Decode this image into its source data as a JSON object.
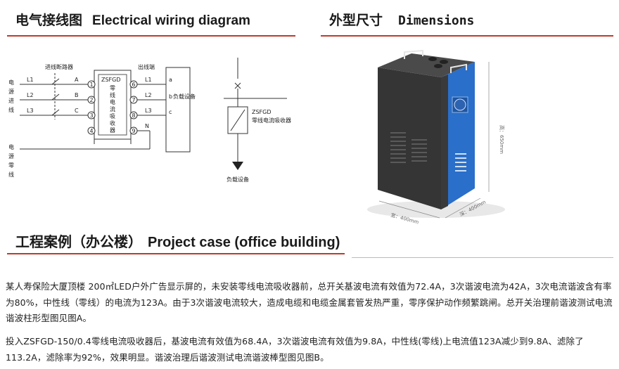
{
  "sections": {
    "wiring": {
      "title_cn": "电气接线图",
      "title_en": "Electrical wiring diagram"
    },
    "dimensions": {
      "title_cn": "外型尺寸",
      "title_en": "Dimensions"
    },
    "case": {
      "title_cn": "工程案例（办公楼）",
      "title_en": "Project case (office building)"
    }
  },
  "wiring_diagram": {
    "side_label_power_lines": [
      "电",
      "源",
      "进",
      "线"
    ],
    "side_label_neutral": [
      "电",
      "源",
      "零",
      "线"
    ],
    "breaker_label": "进线断路器",
    "line_labels": [
      "L1",
      "L2",
      "L3"
    ],
    "phase_labels": [
      "A",
      "B",
      "C"
    ],
    "left_terminals": [
      "1",
      "2",
      "3",
      "4"
    ],
    "right_terminals": [
      "6",
      "7",
      "8",
      "9"
    ],
    "device_name": "ZSFGD",
    "device_desc": [
      "零",
      "线",
      "电",
      "流",
      "吸",
      "收",
      "器"
    ],
    "outlet_label": "出线端",
    "out_line_labels": [
      "L1",
      "L2",
      "L3",
      "N"
    ],
    "load_terminals": [
      "a",
      "b",
      "c"
    ],
    "load_label": "负载设备",
    "schematic_device_name": "ZSFGD",
    "schematic_device_desc": "零线电流吸收器",
    "schematic_load_label": "负载设备"
  },
  "dimensions": {
    "height": "高：650mm",
    "width": "宽：400mm",
    "depth": "深：400mm"
  },
  "case_text": {
    "p1": "某人寿保险大厦顶楼 200㎡LED户外广告显示屏的，未安装零线电流吸收器前，总开关基波电流有效值为72.4A，3次谐波电流为42A，3次电流谐波含有率为80%，中性线（零线）的电流为123A。由于3次谐波电流较大，造成电缆和电缆金属套管发热严重，零序保护动作频繁跳闸。总开关治理前谐波测试电流谐波柱形型图见图A。",
    "p2": "投入ZSFGD-150/0.4零线电流吸收器后，基波电流有效值为68.4A，3次谐波电流有效值为9.8A，中性线(零线)上电流值123A减少到9.8A、滤除了113.2A，滤除率为92%，效果明显。谐波治理后谐波测试电流谐波棒型图见图B。"
  },
  "colors": {
    "accent_rule": "#c0392b",
    "panel_blue": "#2a6fc9",
    "body_dark": "#2b2b2b"
  }
}
